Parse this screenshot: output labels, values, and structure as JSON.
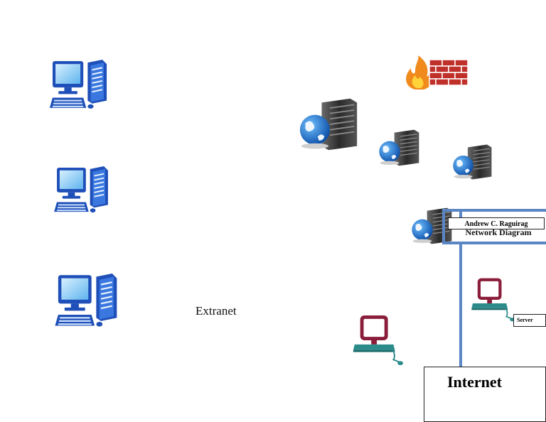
{
  "labels": {
    "extranet": "Extranet",
    "author": "Andrew C. Raguirag",
    "diagram_title": "Network Diagram",
    "server": "Server",
    "internet": "Internet"
  },
  "colors": {
    "frame": "#5b86c4",
    "workstation_blue": "#1f4fb8",
    "terminal_red": "#8a1e3a",
    "terminal_teal": "#2b8a8a",
    "firewall_brick": "#c0302a",
    "globe_blue": "#1a6fd0",
    "server_dark": "#3a3a3a"
  },
  "icons": [
    "workstation-icon",
    "workstation-icon",
    "workstation-icon",
    "firewall-icon",
    "web-server-icon",
    "web-server-icon",
    "web-server-icon",
    "web-server-icon",
    "terminal-icon",
    "terminal-icon"
  ]
}
